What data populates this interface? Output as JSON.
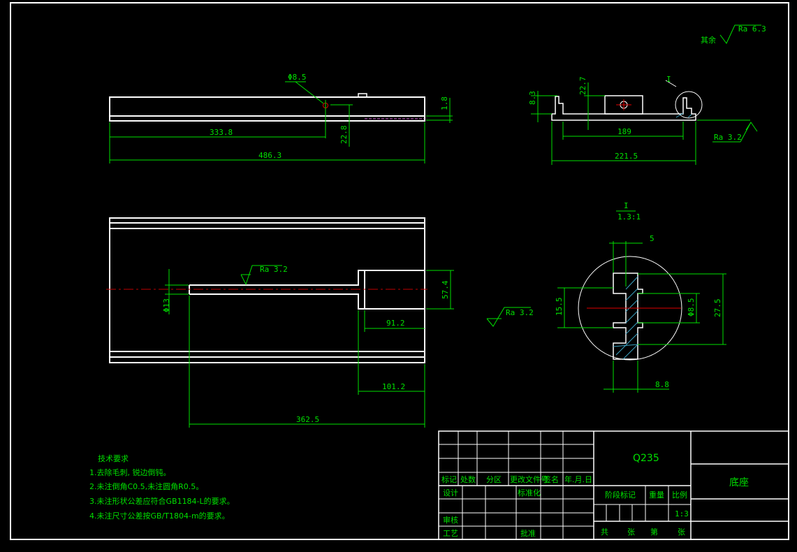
{
  "roughness": {
    "remainder_prefix": "其余",
    "remainder_value": "Ra 6.3",
    "ra_3_2": "Ra 3.2"
  },
  "front_view": {
    "dia_label": "Φ8.5",
    "dim_333_8": "333.8",
    "dim_486_3": "486.3",
    "dim_22_8": "22.8",
    "dim_1_8": "1.8"
  },
  "side_view": {
    "dim_8_3": "8.3",
    "dim_22_7": "22.7",
    "dim_189": "189",
    "dim_221_5": "221.5",
    "detail_marker": "I"
  },
  "top_view": {
    "dia_label": "Φ13",
    "dim_57_4": "57.4",
    "dim_91_2": "91.2",
    "dim_101_2": "101.2",
    "dim_362_5": "362.5"
  },
  "detail_view": {
    "title": "I",
    "scale": "1.3:1",
    "dim_5": "5",
    "dim_15_5": "15.5",
    "dim_8_5": "Φ8.5",
    "dim_27_5": "27.5",
    "dim_8_8": "8.8"
  },
  "tech_requirements": {
    "heading": "技术要求",
    "items": [
      "1.去除毛刺, 锐边倒钝。",
      "2.未注倒角C0.5,未注圆角R0.5。",
      "3.未注形状公差应符合GB1184-L的要求。",
      "4.未注尺寸公差按GB/T1804-m的要求。"
    ]
  },
  "title_block": {
    "material": "Q235",
    "part_name": "底座",
    "row_labels": [
      "标记",
      "处数",
      "分区",
      "更改文件号",
      "签名",
      "年.月.日"
    ],
    "design": "设计",
    "standardize": "标准化",
    "review": "审核",
    "process": "工艺",
    "approve": "批准",
    "stage_mark": "阶段标记",
    "weight": "重量",
    "ratio": "比例",
    "ratio_value": "1:3",
    "total": "共",
    "sheets": "张",
    "no": "第",
    "sheet2": "张"
  }
}
